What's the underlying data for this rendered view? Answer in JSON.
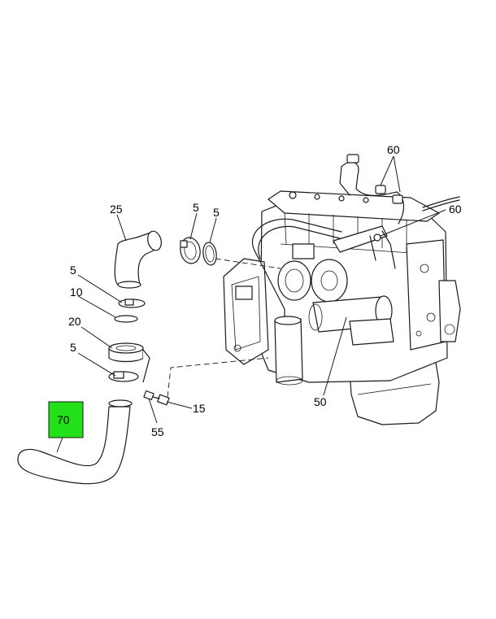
{
  "callouts": {
    "c60a": "60",
    "c60b": "60",
    "c25": "25",
    "c5a": "5",
    "c5b": "5",
    "c5c": "5",
    "c10": "10",
    "c20": "20",
    "c5d": "5",
    "c70": "70",
    "c55": "55",
    "c15": "15",
    "c50": "50"
  },
  "highlight": {
    "callout": "70",
    "color": "#22e01a"
  }
}
